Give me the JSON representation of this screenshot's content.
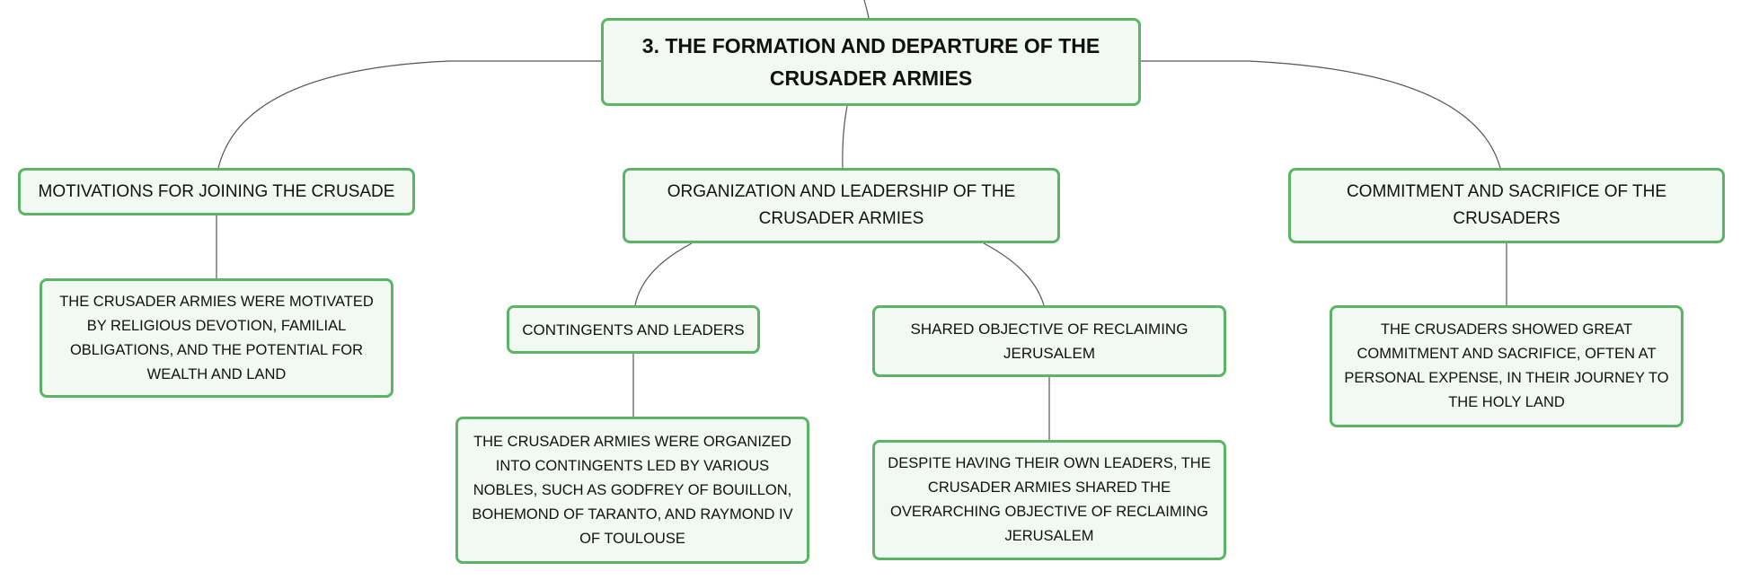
{
  "diagram": {
    "root": {
      "label": "3. THE FORMATION AND DEPARTURE OF THE CRUSADER ARMIES"
    },
    "motivations": {
      "label": "MOTIVATIONS FOR JOINING THE CRUSADE",
      "detail": "THE CRUSADER ARMIES WERE MOTIVATED BY RELIGIOUS DEVOTION, FAMILIAL OBLIGATIONS, AND THE POTENTIAL FOR WEALTH AND LAND"
    },
    "organization": {
      "label": "ORGANIZATION AND LEADERSHIP OF THE CRUSADER ARMIES",
      "contingents": {
        "label": "CONTINGENTS AND LEADERS",
        "detail": "THE CRUSADER ARMIES WERE ORGANIZED INTO CONTINGENTS LED BY VARIOUS NOBLES, SUCH AS GODFREY OF BOUILLON, BOHEMOND OF TARANTO, AND RAYMOND IV OF TOULOUSE"
      },
      "objective": {
        "label": "SHARED OBJECTIVE OF RECLAIMING JERUSALEM",
        "detail": "DESPITE HAVING THEIR OWN LEADERS, THE CRUSADER ARMIES SHARED THE OVERARCHING OBJECTIVE OF RECLAIMING JERUSALEM"
      }
    },
    "commitment": {
      "label": "COMMITMENT AND SACRIFICE OF THE CRUSADERS",
      "detail": "THE CRUSADERS SHOWED GREAT COMMITMENT AND SACRIFICE, OFTEN AT PERSONAL EXPENSE, IN THEIR JOURNEY TO THE HOLY LAND"
    }
  }
}
